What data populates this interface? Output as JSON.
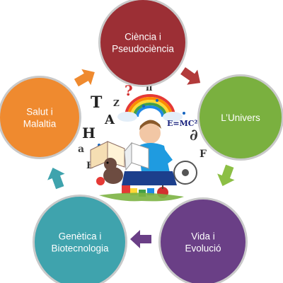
{
  "diagram": {
    "nodes": [
      {
        "id": "ciencia",
        "lines": [
          "Ciència i",
          "Pseudociència"
        ],
        "color": "#9c2f35",
        "rim": "#c9c9c9"
      },
      {
        "id": "univers",
        "lines": [
          "L’Univers"
        ],
        "color": "#7ab03f",
        "rim": "#c9c9c9"
      },
      {
        "id": "vida",
        "lines": [
          "Vida i",
          "Evolució"
        ],
        "color": "#6a3f86",
        "rim": "#c9c9c9"
      },
      {
        "id": "genetica",
        "lines": [
          "Genètica i",
          "Biotecnologia"
        ],
        "color": "#3fa3ad",
        "rim": "#c9c9c9"
      },
      {
        "id": "salut",
        "lines": [
          "Salut i",
          "Malaltia"
        ],
        "color": "#ef8a2f",
        "rim": "#c9c9c9"
      }
    ],
    "arrows": [
      {
        "from": "ciencia",
        "to": "univers",
        "color": "#b23a3a"
      },
      {
        "from": "univers",
        "to": "vida",
        "color": "#8cbf45"
      },
      {
        "from": "vida",
        "to": "genetica",
        "color": "#6a3f86"
      },
      {
        "from": "genetica",
        "to": "salut",
        "color": "#3fa3ad"
      },
      {
        "from": "salut",
        "to": "ciencia",
        "color": "#ef8a2f"
      }
    ],
    "illustration": {
      "description_icon": "child-reading-book-illustration",
      "glyphs": [
        "T",
        "?",
        "A",
        "H",
        "a",
        "E=MC²",
        "∂",
        "F",
        "Z",
        "B",
        "π"
      ]
    }
  }
}
